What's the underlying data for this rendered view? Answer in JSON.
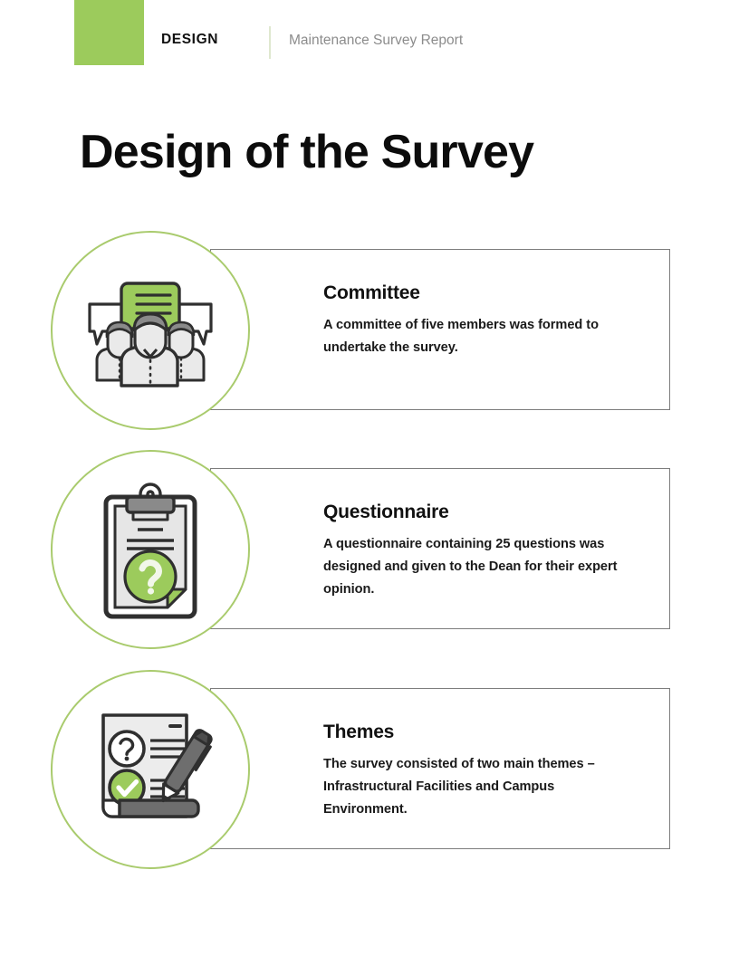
{
  "header": {
    "eyebrow": "DESIGN",
    "subtitle": "Maintenance Survey Report",
    "block_color": "#9ccb5c",
    "divider_color": "#dfe8cf"
  },
  "page_title": "Design of the Survey",
  "theme": {
    "accent_green": "#9ccb5c",
    "circle_stroke": "#a9cb6d",
    "card_border": "#7d7d7d",
    "text_color": "#111111",
    "muted_text": "#8c8c8c",
    "icon_gray_fill": "#e6e6e6",
    "icon_dark_stroke": "#2f2f2f",
    "icon_mid_gray": "#6e6e6e"
  },
  "items": [
    {
      "icon": "committee-discussion-icon",
      "title": "Committee",
      "description": "A committee of five members was formed to undertake the survey."
    },
    {
      "icon": "clipboard-question-icon",
      "title": "Questionnaire",
      "description": "A questionnaire containing 25 questions was designed and given to the Dean for their expert opinion."
    },
    {
      "icon": "survey-document-pen-icon",
      "title": "Themes",
      "description": "The survey consisted of two main themes –  Infrastructural Facilities and Campus Environment."
    }
  ]
}
